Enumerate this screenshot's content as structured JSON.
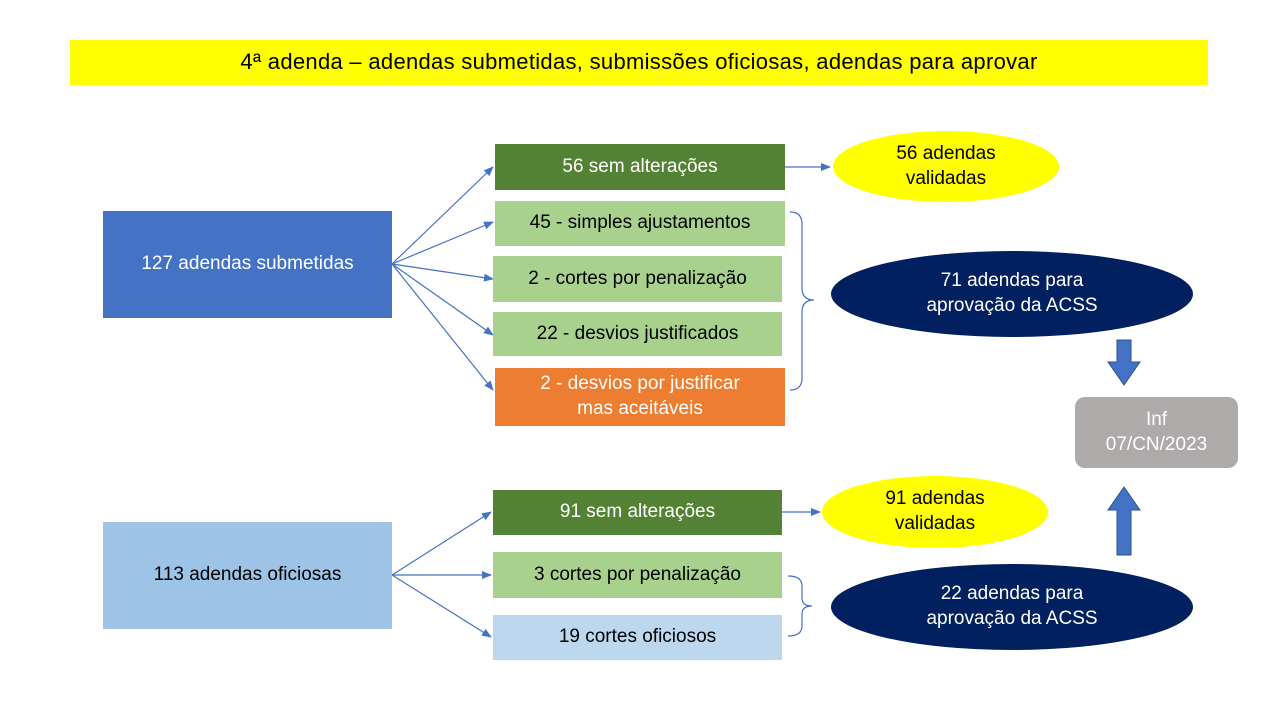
{
  "title": "4ª adenda – adendas submetidas, submissões oficiosas, adendas para aprovar",
  "sources": {
    "submitted": "127 adendas submetidas",
    "unofficial": "113 adendas oficiosas"
  },
  "submitted_items": [
    "56 sem alterações",
    "45 - simples ajustamentos",
    "2 - cortes por penalização",
    "22 - desvios justificados",
    "2 - desvios por justificar\nmas aceitáveis"
  ],
  "unofficial_items": [
    "91 sem alterações",
    "3 cortes por penalização",
    "19 cortes oficiosos"
  ],
  "results": {
    "validated_1": "56 adendas\nvalidadas",
    "approval_1": "71 adendas para\naprovação da ACSS",
    "validated_2": "91 adendas\nvalidadas",
    "approval_2": "22 adendas para\naprovação da ACSS",
    "inf": "Inf\n07/CN/2023"
  },
  "colors": {
    "title_bg": "#ffff00",
    "submitted_bg": "#4472c4",
    "unofficial_bg": "#9dc3e6",
    "dark_green": "#548235",
    "light_green": "#a9d18e",
    "orange": "#ed7d31",
    "light_blue": "#bdd7ee",
    "navy": "#002060",
    "grey": "#aeaaaa",
    "arrow": "#4472c4"
  }
}
